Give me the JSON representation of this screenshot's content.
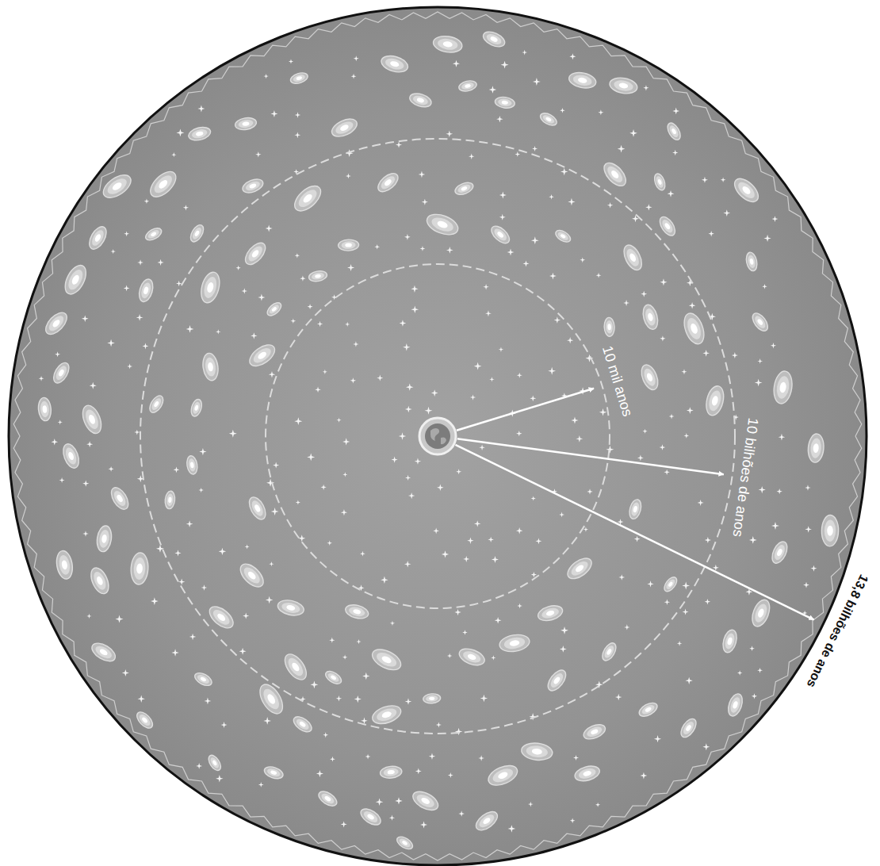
{
  "diagram": {
    "labels": [
      "10 mil anos",
      "10 bilhões de anos",
      "13,8 bilhões de anos"
    ]
  }
}
